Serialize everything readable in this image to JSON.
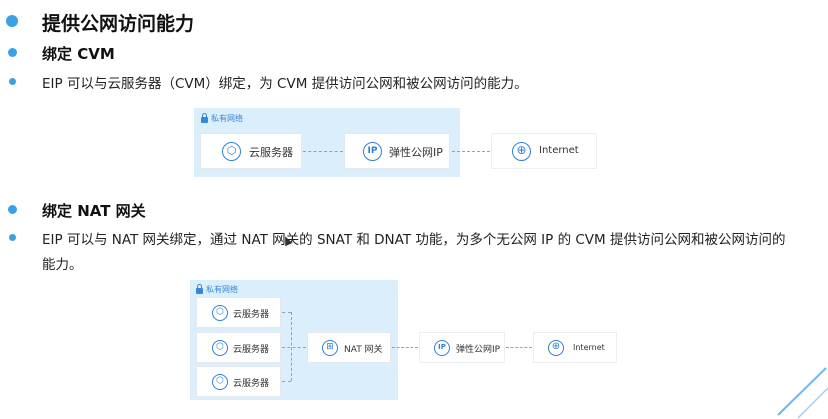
{
  "title": "提供公网访问能力",
  "section1": {
    "heading": "绑定 CVM",
    "desc": "EIP 可以与云服务器（CVM）绑定，为 CVM 提供访问公网和被公网访问的能力。",
    "diagram": {
      "panel_label": "私有网络",
      "nodes": [
        "云服务器",
        "弹性公网IP",
        "Internet"
      ],
      "icons": [
        "cube-icon",
        "ip-icon",
        "globe-icon"
      ]
    }
  },
  "section2": {
    "heading": "绑定 NAT 网关",
    "desc_line1": "EIP 可以与 NAT 网关绑定，通过 NAT 网关的 SNAT 和 DNAT 功能，为多个无公网 IP 的 CVM 提供访问公网和被公网访问的",
    "desc_line2": "能力。",
    "diagram": {
      "panel_label": "私有网络",
      "servers": [
        "云服务器",
        "云服务器",
        "云服务器"
      ],
      "nat": "NAT 网关",
      "eip": "弹性公网IP",
      "internet": "Internet"
    }
  },
  "colors": {
    "accent": "#3ba1e6",
    "panel": "#dbeefb",
    "icon": "#2f7ed8"
  }
}
